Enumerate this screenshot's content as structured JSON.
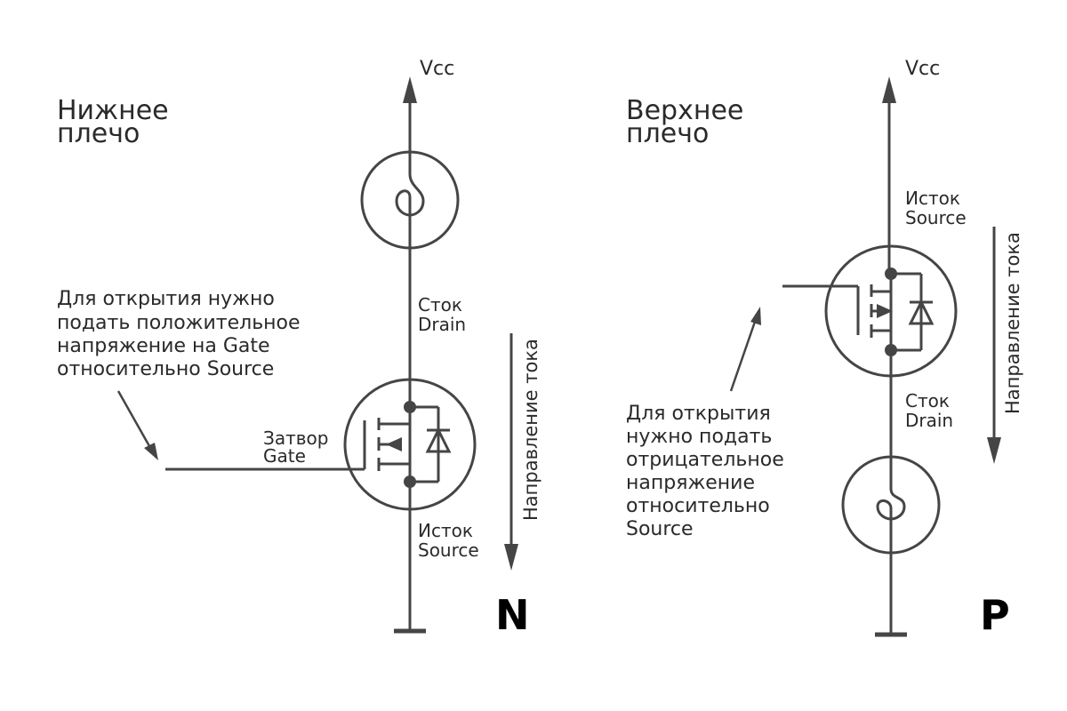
{
  "colors": {
    "line": "#454545",
    "text": "#2a2a2a",
    "background": "#ffffff",
    "letter": "#000000"
  },
  "left": {
    "title_line1": "Нижнее",
    "title_line2": "плечо",
    "vcc": "Vcc",
    "drain_ru": "Сток",
    "drain_en": "Drain",
    "gate_ru": "Затвор",
    "gate_en": "Gate",
    "source_ru": "Исток",
    "source_en": "Source",
    "note": [
      "Для открытия нужно",
      "подать положительное",
      "напряжение на Gate",
      "относительно Source"
    ],
    "current_direction": "Направление тока",
    "type_letter": "N"
  },
  "right": {
    "title_line1": "Верхнее",
    "title_line2": "плечо",
    "vcc": "Vcc",
    "source_ru": "Исток",
    "source_en": "Source",
    "drain_ru": "Сток",
    "drain_en": "Drain",
    "note": [
      "Для открытия",
      "нужно подать",
      "отрицательное",
      "напряжение",
      "относительно",
      "Source"
    ],
    "current_direction": "Направление тока",
    "type_letter": "P"
  },
  "icons": {
    "lamp": "lamp-icon",
    "transistor": "mosfet-icon",
    "diode": "diode-icon",
    "ground": "ground-icon",
    "arrow": "arrow-icon"
  }
}
